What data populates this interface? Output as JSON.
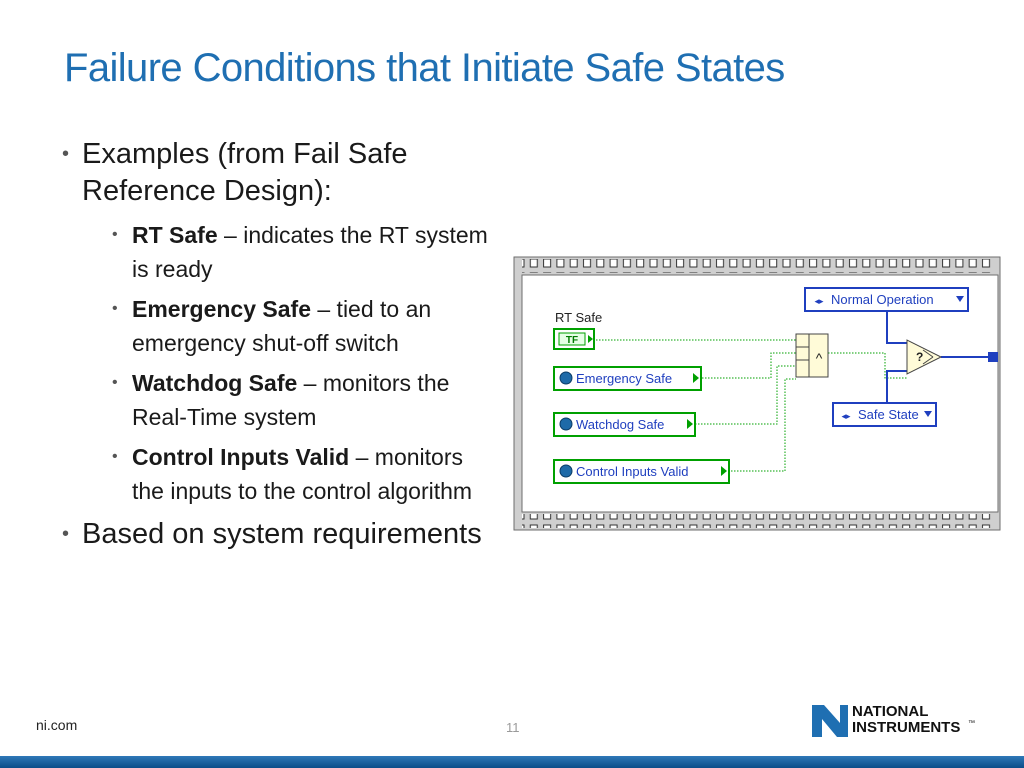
{
  "slide": {
    "title": "Failure Conditions that Initiate Safe States",
    "bullets": [
      {
        "text": "Examples (from Fail Safe Reference Design):"
      },
      {
        "text": "Based on system requirements"
      }
    ],
    "sub_bullets": [
      {
        "term": "RT Safe",
        "desc": " – indicates the RT system is ready"
      },
      {
        "term": "Emergency Safe",
        "desc": " – tied to an emergency shut-off switch"
      },
      {
        "term": "Watchdog Safe",
        "desc": " – monitors the Real-Time system"
      },
      {
        "term": "Control Inputs Valid",
        "desc": " – monitors the inputs to the control algorithm"
      }
    ]
  },
  "diagram": {
    "rt_safe_label": "RT Safe",
    "bool_text": "TF",
    "inputs": [
      "Emergency Safe",
      "Watchdog Safe",
      "Control Inputs Valid"
    ],
    "and_symbol": "^",
    "normal_constant": "Normal Operation",
    "safe_constant": "Safe State",
    "select_symbol": "?",
    "colors": {
      "bool_wire": "#00a000",
      "enum_wire": "#1f3fbf",
      "border": "#808080"
    }
  },
  "footer": {
    "url": "ni.com",
    "page": "11",
    "logo_line1": "NATIONAL",
    "logo_line2": "INSTRUMENTS",
    "trademark": "™"
  }
}
